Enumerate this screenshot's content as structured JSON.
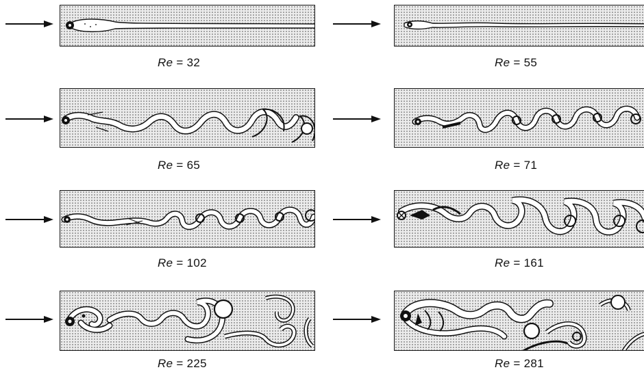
{
  "panels": [
    {
      "id": "re32",
      "re_label": "Re",
      "equals": "=",
      "value": "32"
    },
    {
      "id": "re55",
      "re_label": "Re",
      "equals": "=",
      "value": "55"
    },
    {
      "id": "re65",
      "re_label": "Re",
      "equals": "=",
      "value": "65"
    },
    {
      "id": "re71",
      "re_label": "Re",
      "equals": "=",
      "value": "71"
    },
    {
      "id": "re102",
      "re_label": "Re",
      "equals": "=",
      "value": "102"
    },
    {
      "id": "re161",
      "re_label": "Re",
      "equals": "=",
      "value": "161"
    },
    {
      "id": "re225",
      "re_label": "Re",
      "equals": "=",
      "value": "225"
    },
    {
      "id": "re281",
      "re_label": "Re",
      "equals": "=",
      "value": "281"
    }
  ]
}
